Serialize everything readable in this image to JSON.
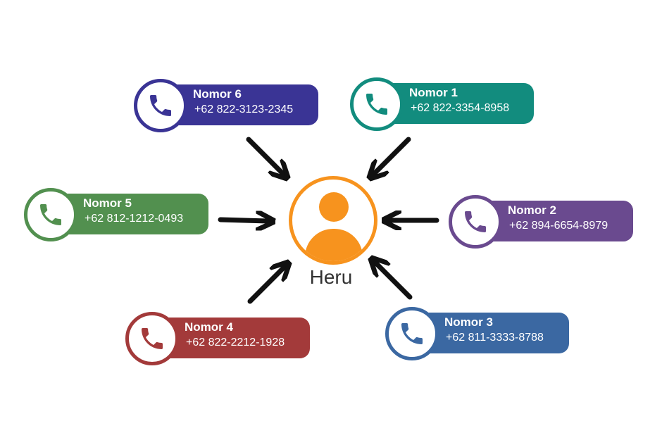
{
  "center": {
    "name": "Heru",
    "color": "#f7931e"
  },
  "contacts": [
    {
      "label": "Nomor 6",
      "number": "+62 822-3123-2345",
      "color": "#3a3495",
      "icon": "phone-icon"
    },
    {
      "label": "Nomor 1",
      "number": "+62 822-3354-8958",
      "color": "#128c7e",
      "icon": "phone-icon"
    },
    {
      "label": "Nomor 5",
      "number": "+62 812-1212-0493",
      "color": "#52904f",
      "icon": "phone-icon"
    },
    {
      "label": "Nomor 2",
      "number": "+62 894-6654-8979",
      "color": "#6a4a8f",
      "icon": "phone-icon"
    },
    {
      "label": "Nomor 4",
      "number": "+62 822-2212-1928",
      "color": "#a33a3a",
      "icon": "phone-icon"
    },
    {
      "label": "Nomor 3",
      "number": "+62 811-3333-8788",
      "color": "#3b68a2",
      "icon": "phone-icon"
    }
  ]
}
